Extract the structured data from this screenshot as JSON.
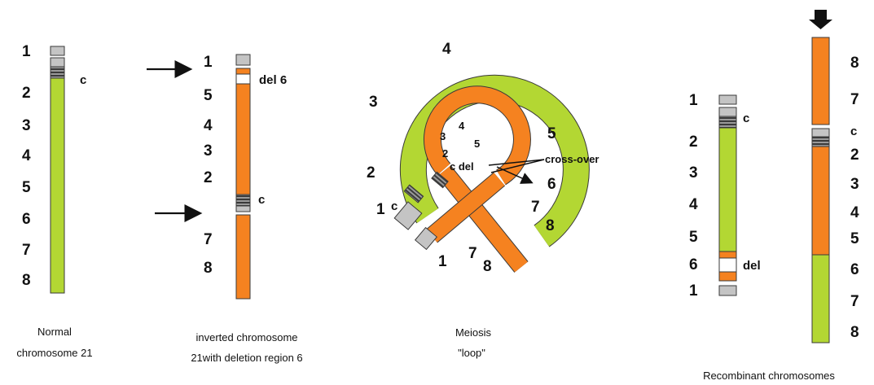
{
  "colors": {
    "green": "#b3d733",
    "orange": "#f58220",
    "grey": "#c4c4c4",
    "centromere": "#555555",
    "outline": "#3a3a3a"
  },
  "normal": {
    "numbers": [
      "1",
      "2",
      "3",
      "4",
      "5",
      "6",
      "7",
      "8"
    ],
    "centromere_label": "c",
    "caption": [
      "Normal",
      "chromosome 21"
    ]
  },
  "inverted": {
    "numbers": [
      "1",
      "5",
      "4",
      "3",
      "2",
      "7",
      "8"
    ],
    "deletion_label": "del 6",
    "centromere_label": "c",
    "caption": [
      "inverted chromosome",
      "21with deletion region 6"
    ]
  },
  "loop": {
    "outer_numbers": [
      "4",
      "3",
      "2",
      "1",
      "5",
      "6",
      "7",
      "8"
    ],
    "c_label": "c",
    "inner_numbers": [
      "3",
      "4",
      "5",
      "2"
    ],
    "c_del_label": "c del",
    "crossover_label": "cross-over",
    "bottom_numbers": [
      "1",
      "7",
      "8"
    ],
    "caption": [
      "Meiosis",
      "\"loop\""
    ]
  },
  "recombinant": {
    "left_numbers": [
      "1",
      "2",
      "3",
      "4",
      "5",
      "6",
      "1"
    ],
    "left_c_label": "c",
    "left_del_label": "del",
    "right_numbers": [
      "8",
      "7",
      "2",
      "3",
      "4",
      "5",
      "6",
      "7",
      "8"
    ],
    "right_c_label": "c",
    "caption": "Recombinant chromosomes"
  }
}
